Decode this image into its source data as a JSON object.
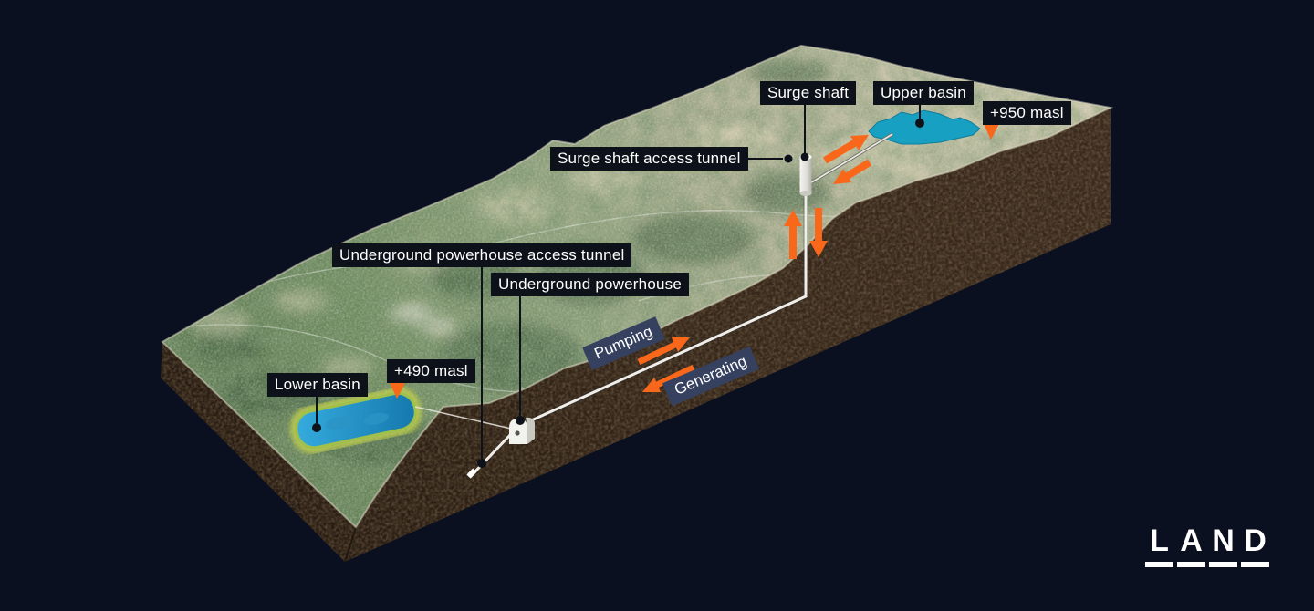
{
  "diagram": {
    "title_context": "Pumped-storage hydropower scheme cutaway",
    "labels": {
      "surge_shaft": "Surge shaft",
      "upper_basin": "Upper basin",
      "upper_basin_elevation": "+950 masl",
      "surge_shaft_access_tunnel": "Surge shaft access tunnel",
      "underground_powerhouse_access_tunnel": "Underground powerhouse access tunnel",
      "underground_powerhouse": "Underground powerhouse",
      "lower_basin": "Lower basin",
      "lower_basin_elevation": "+490 masl"
    },
    "flow_modes": {
      "pumping": "Pumping",
      "generating": "Generating"
    }
  },
  "logo": {
    "text": "LAND",
    "letters": [
      "L",
      "A",
      "N",
      "D"
    ]
  },
  "colors": {
    "background": "#0A1020",
    "accent_orange": "#F9671B",
    "label_background": "#0D1119",
    "flow_label_background": "#364160",
    "label_text": "#FFFFFF",
    "upper_basin_water": "#18A0C2",
    "lower_basin_water": "#2B9ECE",
    "lower_basin_shore_glow": "#C6D44E",
    "terrain_highland": "#CBC6AB",
    "terrain_lowland": "#5D7B52",
    "soil_dark": "#2A1D13",
    "soil_light": "#43301F",
    "tunnel_line": "#EFEEEA"
  }
}
